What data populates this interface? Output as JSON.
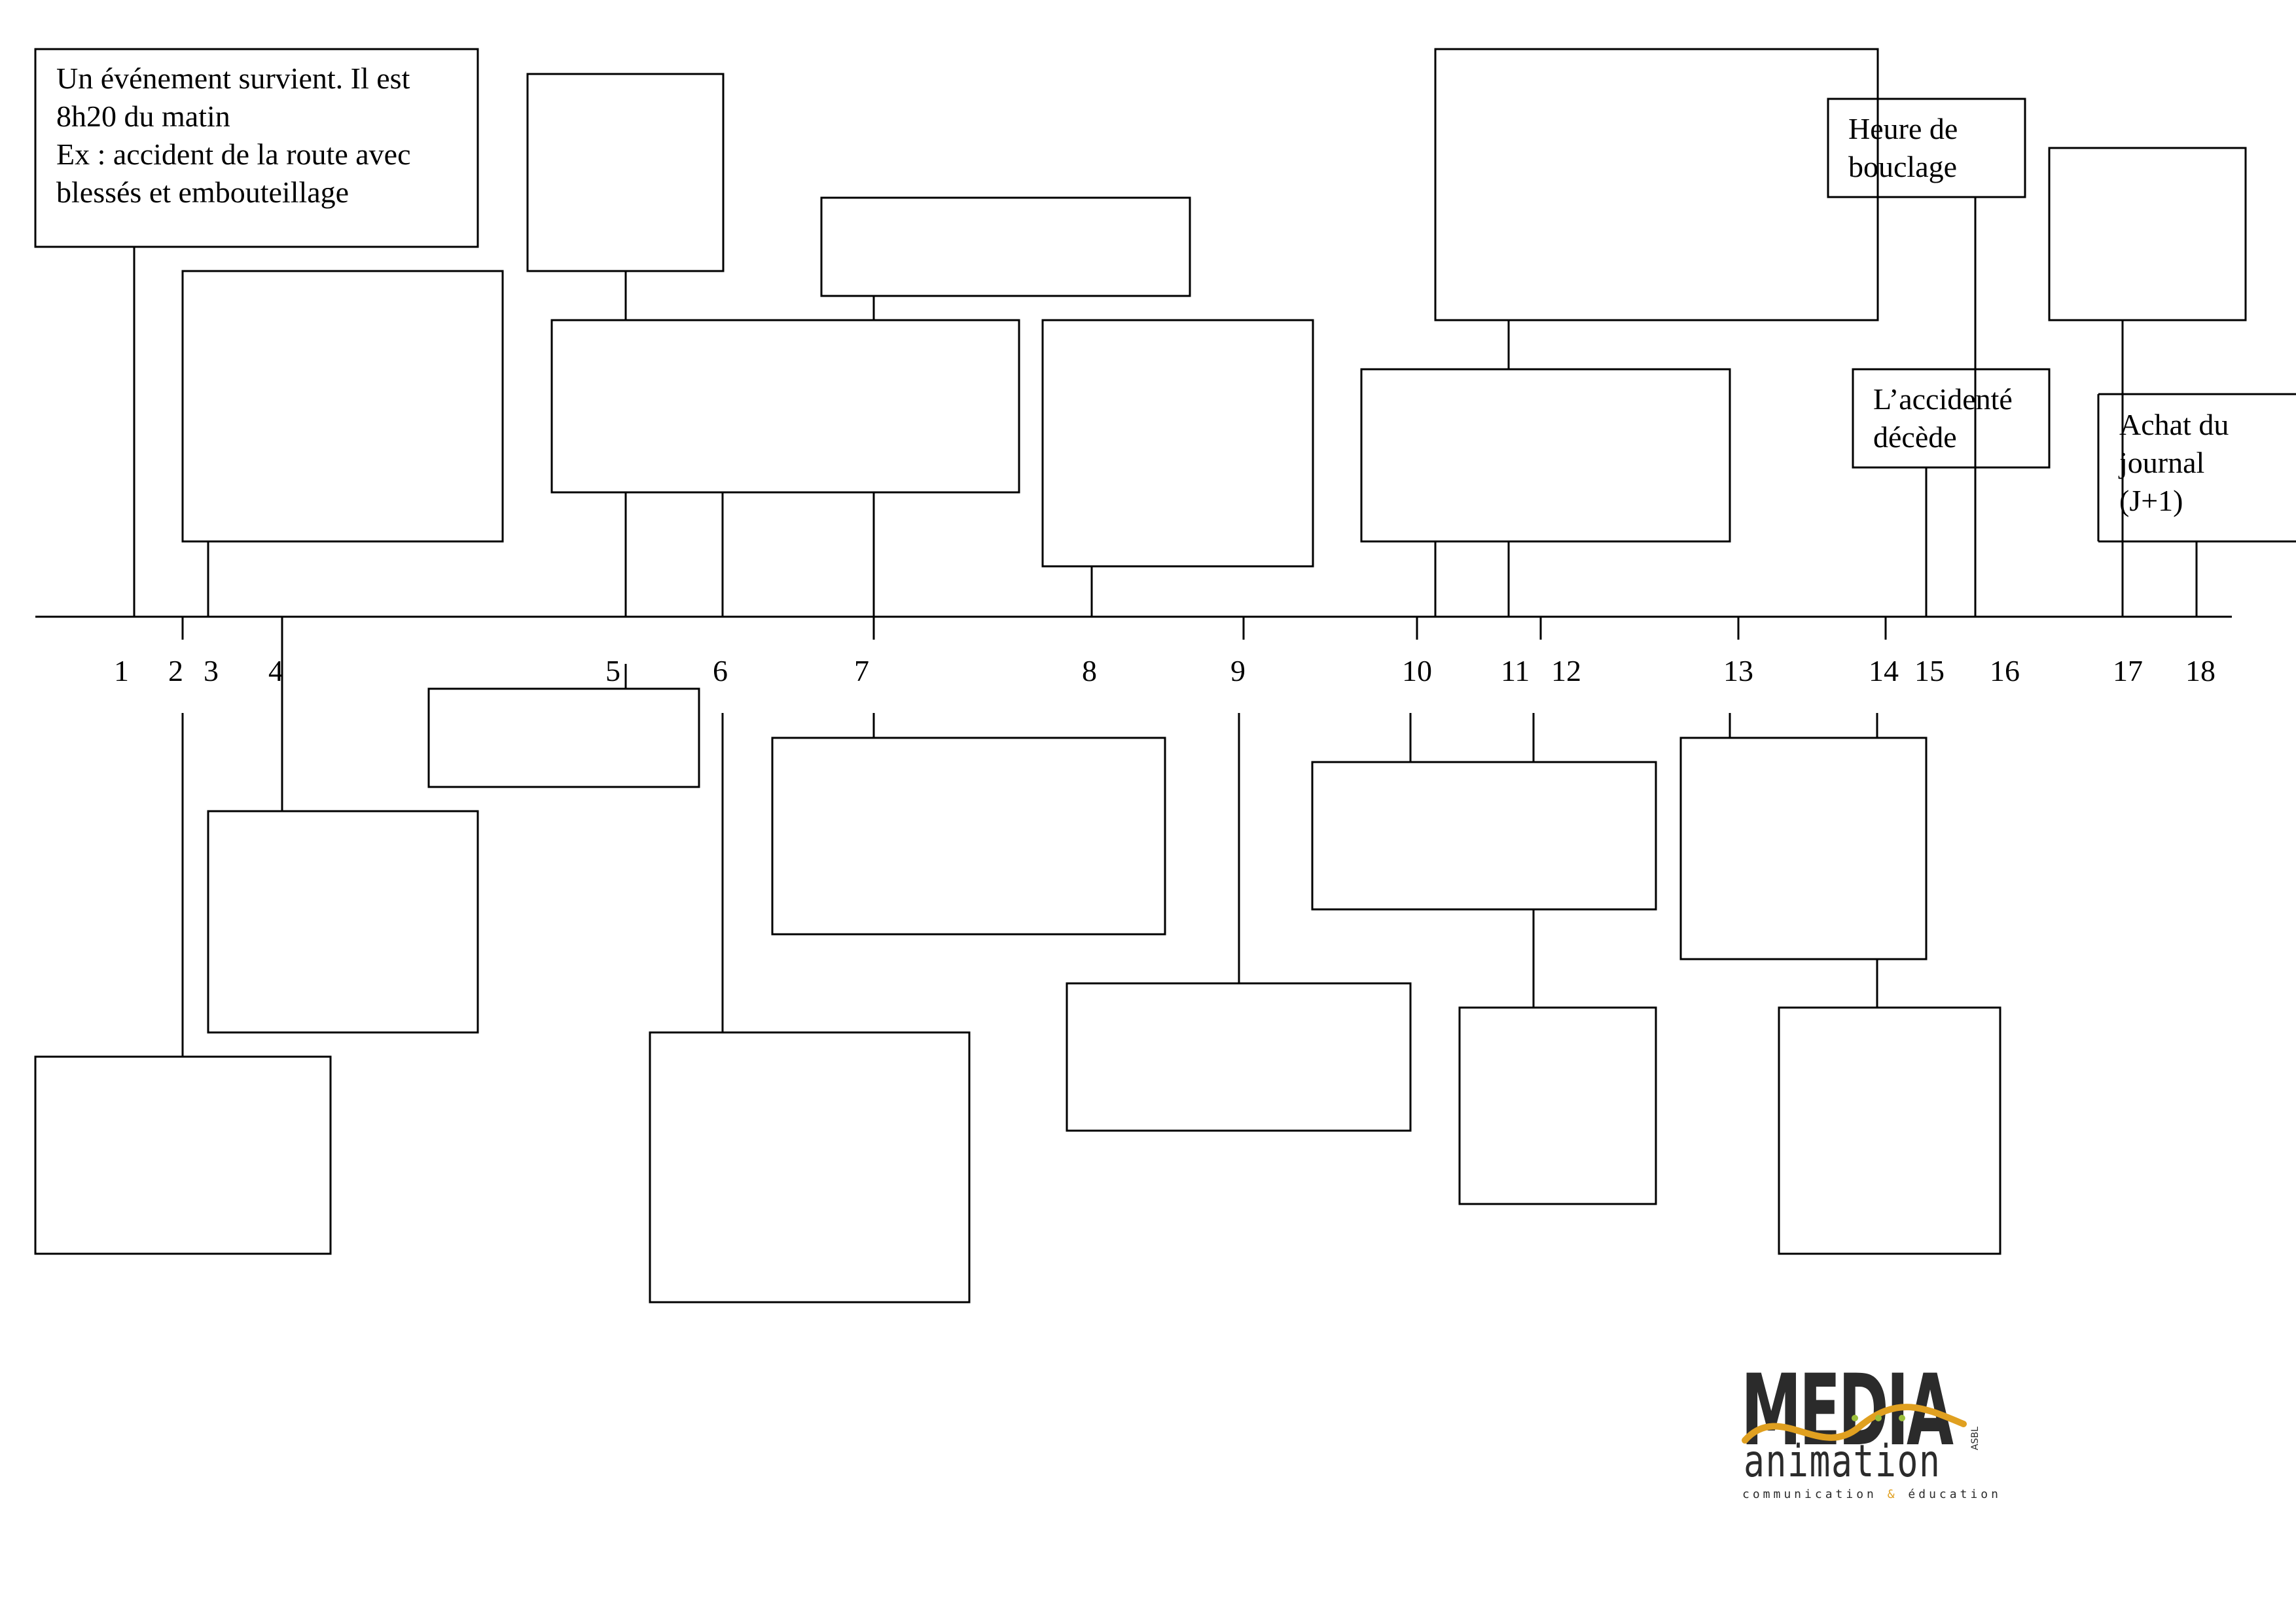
{
  "timeline": {
    "ticks": [
      "1",
      "2",
      "3",
      "4",
      "5",
      "6",
      "7",
      "8",
      "9",
      "10",
      "11",
      "12",
      "13",
      "14",
      "15",
      "16",
      "17",
      "18"
    ]
  },
  "boxes": {
    "event": [
      "Un événement survient. Il est",
      "8h20 du matin",
      "Ex : accident de la route avec",
      "blessés et embouteillage"
    ],
    "deadline": [
      "Heure de",
      "bouclage"
    ],
    "death": [
      "L’accidenté",
      "décède"
    ],
    "purchase": [
      "Achat du",
      "journal",
      "(J+1)"
    ]
  },
  "logo": {
    "word_main": "MEDIA",
    "word_sub": "animation",
    "legal": "ASBL",
    "tagline_left": "communication",
    "tagline_amp": "&",
    "tagline_right": "éducation",
    "accent_color": "#e0a020",
    "dot_color": "#9bbf3a",
    "text_color": "#2b2b2b"
  }
}
